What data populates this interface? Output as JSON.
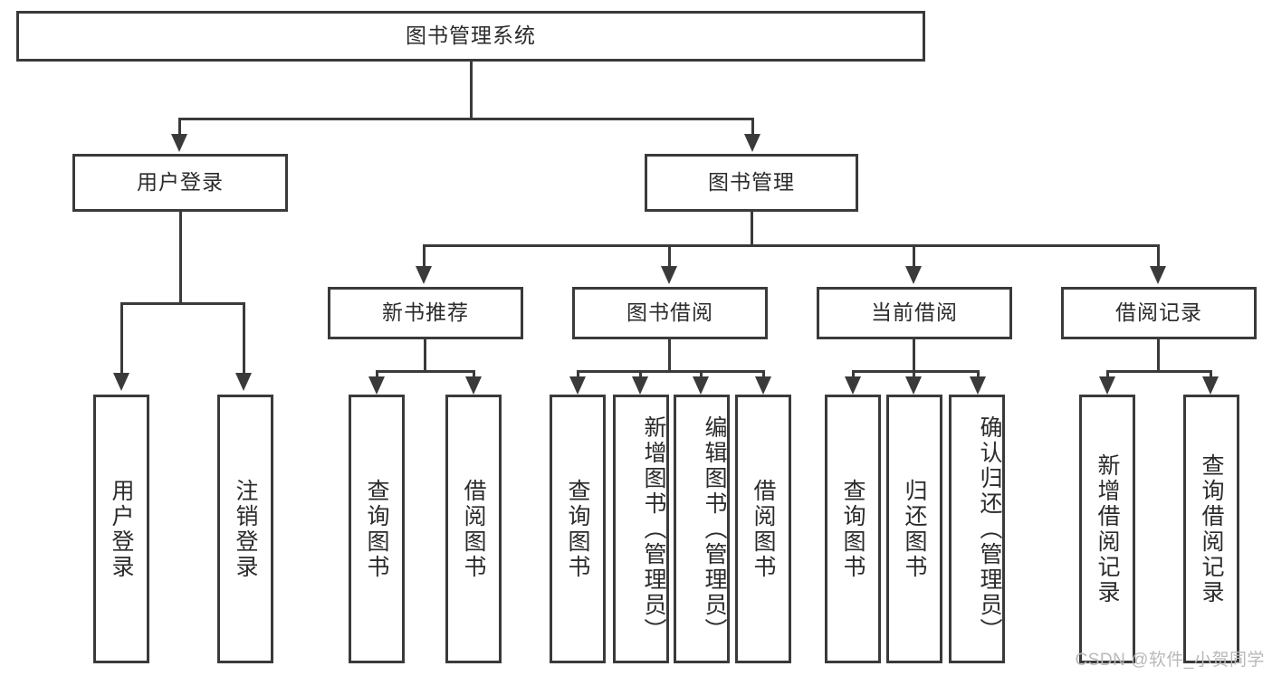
{
  "diagram": {
    "title": "图书管理系统",
    "type": "tree-hierarchy-diagram",
    "watermark": "CSDN @软件_小贺同学",
    "colors": {
      "stroke": "#3a3a3a",
      "fill": "#ffffff",
      "text": "#2b2b2b",
      "watermark": "#b9b9b9"
    },
    "root": {
      "label": "图书管理系统"
    },
    "level2": [
      {
        "id": "user-login",
        "label": "用户登录"
      },
      {
        "id": "book-management",
        "label": "图书管理"
      }
    ],
    "level3": [
      {
        "id": "new-book-recommend",
        "label": "新书推荐",
        "parent": "book-management"
      },
      {
        "id": "book-borrow",
        "label": "图书借阅",
        "parent": "book-management"
      },
      {
        "id": "current-borrow",
        "label": "当前借阅",
        "parent": "book-management"
      },
      {
        "id": "borrow-record",
        "label": "借阅记录",
        "parent": "book-management"
      }
    ],
    "leaves": {
      "user-login": [
        {
          "id": "leaf-user-login",
          "label": "用户登录"
        },
        {
          "id": "leaf-logout-login",
          "label": "注销登录"
        }
      ],
      "new-book-recommend": [
        {
          "id": "leaf-query-book-1",
          "label": "查询图书"
        },
        {
          "id": "leaf-borrow-book-1",
          "label": "借阅图书"
        }
      ],
      "book-borrow": [
        {
          "id": "leaf-query-book-2",
          "label": "查询图书"
        },
        {
          "id": "leaf-add-book",
          "label": "新增图书（管理员）"
        },
        {
          "id": "leaf-edit-book",
          "label": "编辑图书（管理员）"
        },
        {
          "id": "leaf-borrow-book-2",
          "label": "借阅图书"
        }
      ],
      "current-borrow": [
        {
          "id": "leaf-query-book-3",
          "label": "查询图书"
        },
        {
          "id": "leaf-return-book",
          "label": "归还图书"
        },
        {
          "id": "leaf-confirm-return",
          "label": "确认归还（管理员）"
        }
      ],
      "borrow-record": [
        {
          "id": "leaf-add-record",
          "label": "新增借阅记录"
        },
        {
          "id": "leaf-query-record",
          "label": "查询借阅记录"
        }
      ]
    }
  }
}
